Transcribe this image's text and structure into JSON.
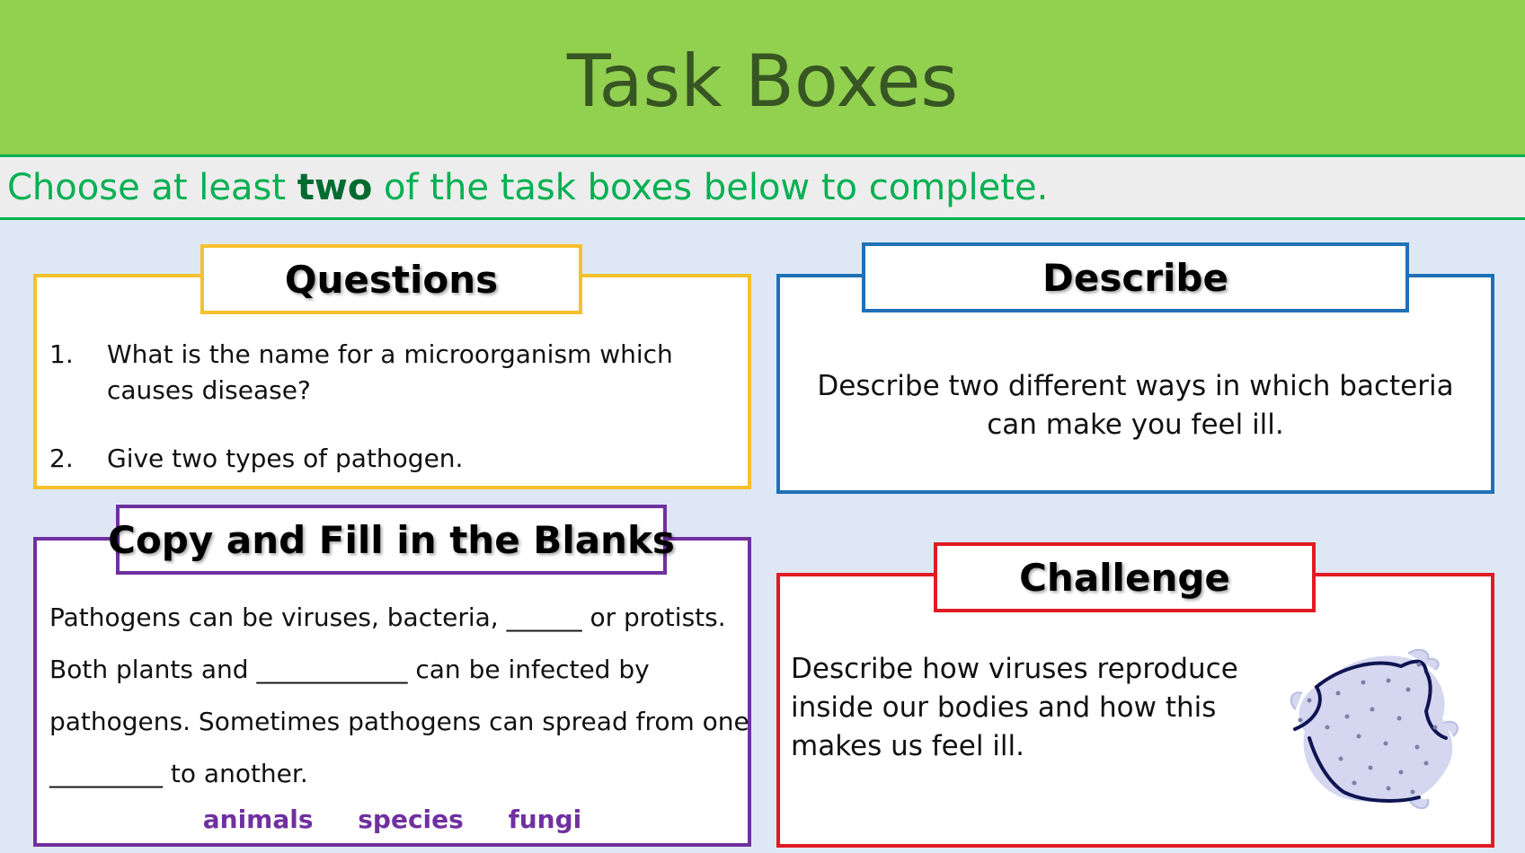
{
  "header": {
    "title": "Task Boxes"
  },
  "instruction": {
    "before": "Choose at least ",
    "bold": "two",
    "after": " of the task boxes below to complete."
  },
  "questions": {
    "title": "Questions",
    "items": [
      {
        "num": "1.",
        "text": "What is the name for a microorganism which causes disease?"
      },
      {
        "num": "2.",
        "text": "Give two types of pathogen."
      }
    ]
  },
  "describe": {
    "title": "Describe",
    "text": "Describe two different ways in which bacteria can make you feel ill."
  },
  "fill_blanks": {
    "title": "Copy and Fill in the Blanks",
    "lines": [
      "Pathogens can be viruses, bacteria, ______ or protists.",
      "Both plants and ____________ can be infected by",
      "pathogens. Sometimes pathogens can spread from one",
      "_________ to another."
    ],
    "word_bank": [
      "animals",
      "species",
      "fungi"
    ]
  },
  "challenge": {
    "title": "Challenge",
    "text": "Describe how viruses reproduce inside our bodies and how this makes us feel ill.",
    "image_icon": "virus-cell-icon"
  },
  "colors": {
    "header_bg": "#92d050",
    "header_text": "#375623",
    "instruction_text": "#00b050",
    "questions_border": "#f6c02e",
    "describe_border": "#1f70b8",
    "fill_border": "#7030a0",
    "challenge_border": "#e11b22"
  }
}
